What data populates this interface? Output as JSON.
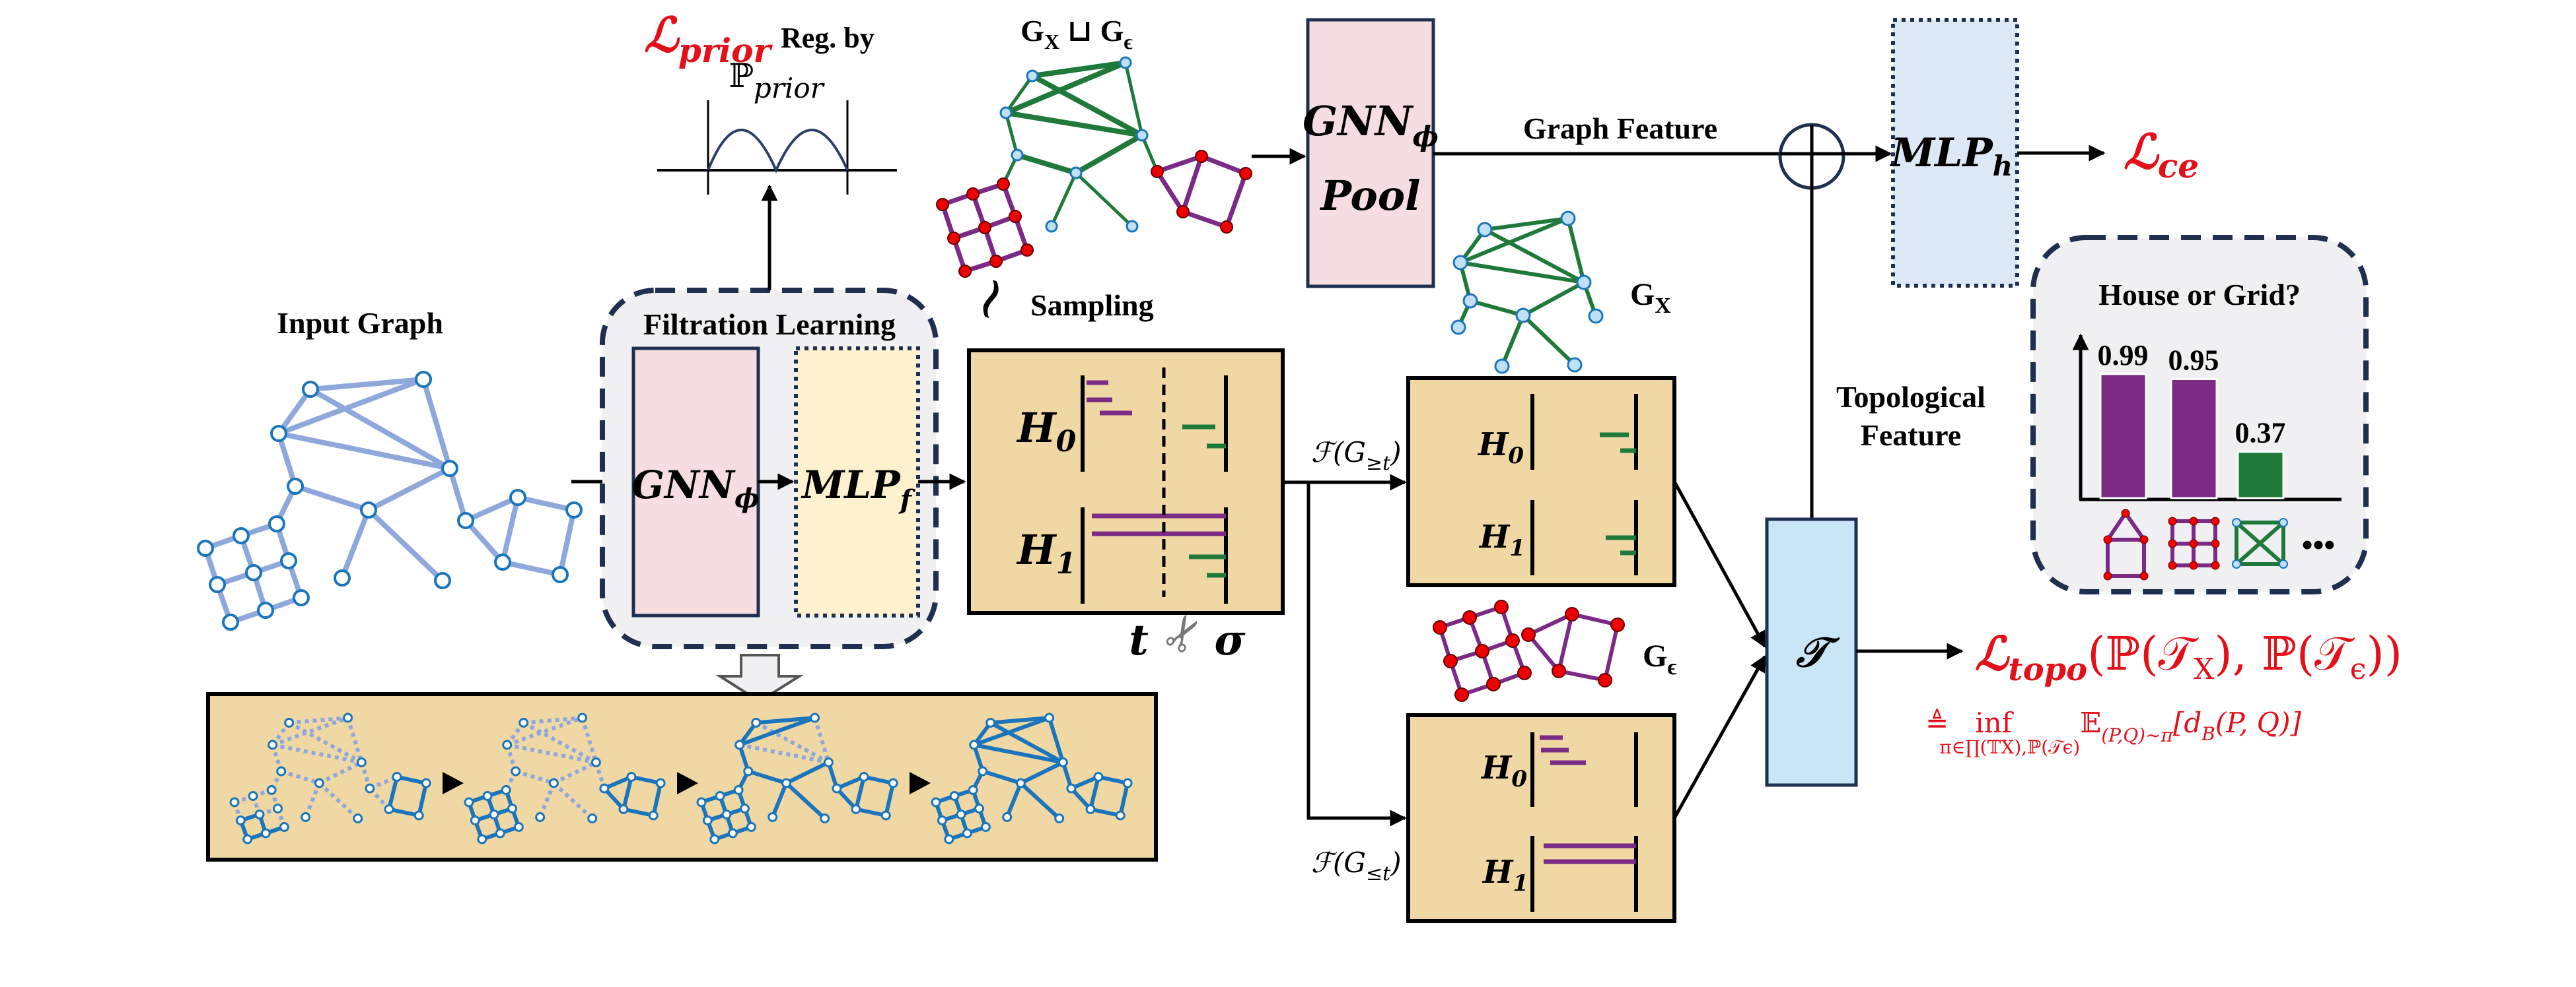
{
  "input_graph": {
    "title": "Input Graph"
  },
  "filtration": {
    "title": "Filtration Learning",
    "gnn": {
      "main": "GNN",
      "sub": "ϕ"
    },
    "mlp": {
      "main": "MLP",
      "sub": "f"
    }
  },
  "prior": {
    "loss": {
      "main": "ℒ",
      "sub": "prior"
    },
    "reg_by": "Reg. by",
    "dist": {
      "main": "ℙ",
      "sub": "prior"
    }
  },
  "sampled_graph": {
    "g1": "G",
    "s1": "X",
    "op": " ⊔ ",
    "g2": "G",
    "s2": "ϵ"
  },
  "sampling": {
    "tilde": "∼",
    "label": "Sampling"
  },
  "pd_main": {
    "h0": {
      "main": "H",
      "sub": "0"
    },
    "h1": {
      "main": "H",
      "sub": "1"
    },
    "t": "t",
    "sigma": "σ"
  },
  "pd_upper": {
    "label": {
      "pre": "ℱ(G",
      "sub": "≥t",
      "post": ")"
    },
    "h0": {
      "main": "H",
      "sub": "0"
    },
    "h1": {
      "main": "H",
      "sub": "1"
    }
  },
  "pd_lower": {
    "label": {
      "pre": "ℱ(G",
      "sub": "≤t",
      "post": ")"
    },
    "h0": {
      "main": "H",
      "sub": "0"
    },
    "h1": {
      "main": "H",
      "sub": "1"
    }
  },
  "g_x": {
    "main": "G",
    "sub": "X"
  },
  "g_eps": {
    "main": "G",
    "sub": "ϵ"
  },
  "gnn_pool": {
    "line1": {
      "main": "GNN",
      "sub": "ϕ"
    },
    "line2": "Pool"
  },
  "graph_feature": "Graph Feature",
  "mlp_h": {
    "main": "MLP",
    "sub": "h"
  },
  "loss_ce": {
    "main": "ℒ",
    "sub": "ce"
  },
  "topological_feature": {
    "line1": "Topological",
    "line2": "Feature"
  },
  "t_op": "𝒯",
  "loss_topo": {
    "main": "ℒ",
    "sub": "topo",
    "args_a": "(ℙ(𝒯",
    "sub_a": "X",
    "args_b": "), ℙ(𝒯",
    "sub_b": "ϵ",
    "args_c": "))",
    "def": "≜",
    "inf": "inf",
    "inf_sub": "π∈∏(𝕋X),ℙ(𝒯ϵ)",
    "exp": "𝔼",
    "exp_sub": "(P,Q)∼π",
    "body_a": "[d",
    "body_sub": "B",
    "body_b": "(P, Q)]"
  },
  "classifier": {
    "title": "House or Grid?",
    "bars": [
      {
        "label": "0.99",
        "value": 0.99,
        "color": "#7b2a86",
        "motif": "house"
      },
      {
        "label": "0.95",
        "value": 0.95,
        "color": "#7b2a86",
        "motif": "grid"
      },
      {
        "label": "0.37",
        "value": 0.37,
        "color": "#1f7a3a",
        "motif": "complete-graph"
      }
    ],
    "more": "•••"
  },
  "colors": {
    "loss": "#e3101a",
    "purple": "#7b2a86",
    "green": "#1f7a3a",
    "blue": "#1b75bc",
    "panel": "#f0d8a4",
    "gnn_box": "#f6dde2",
    "mlp_f_box": "#fdf1cf",
    "mlp_h_box": "#dce8f5",
    "t_box": "#c9e6f7"
  }
}
